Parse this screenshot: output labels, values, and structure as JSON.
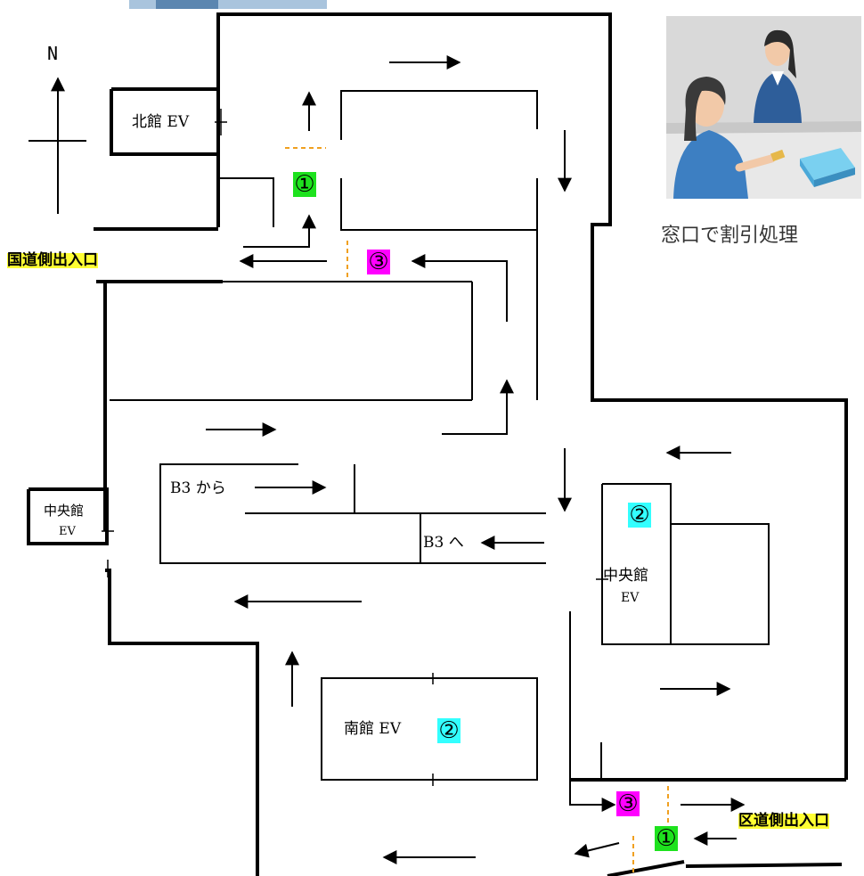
{
  "compass": {
    "label": "N"
  },
  "entrances": {
    "national_road": "国道側出入口",
    "ward_road": "区道側出入口"
  },
  "elevators": {
    "north": "北館 EV",
    "central_west_line1": "中央館",
    "central_west_line2": "EV",
    "central_east_line1": "中央館",
    "central_east_line2": "EV",
    "south": "南館 EV"
  },
  "ramps": {
    "from_b3": "B3 から",
    "to_b3": "B3 へ"
  },
  "markers": {
    "one": "①",
    "two": "②",
    "three": "③"
  },
  "marker_colors": {
    "one": "#1ee21e",
    "two": "#33ffff",
    "three": "#ff00ff"
  },
  "illustration": {
    "caption": "窓口で割引処理"
  }
}
